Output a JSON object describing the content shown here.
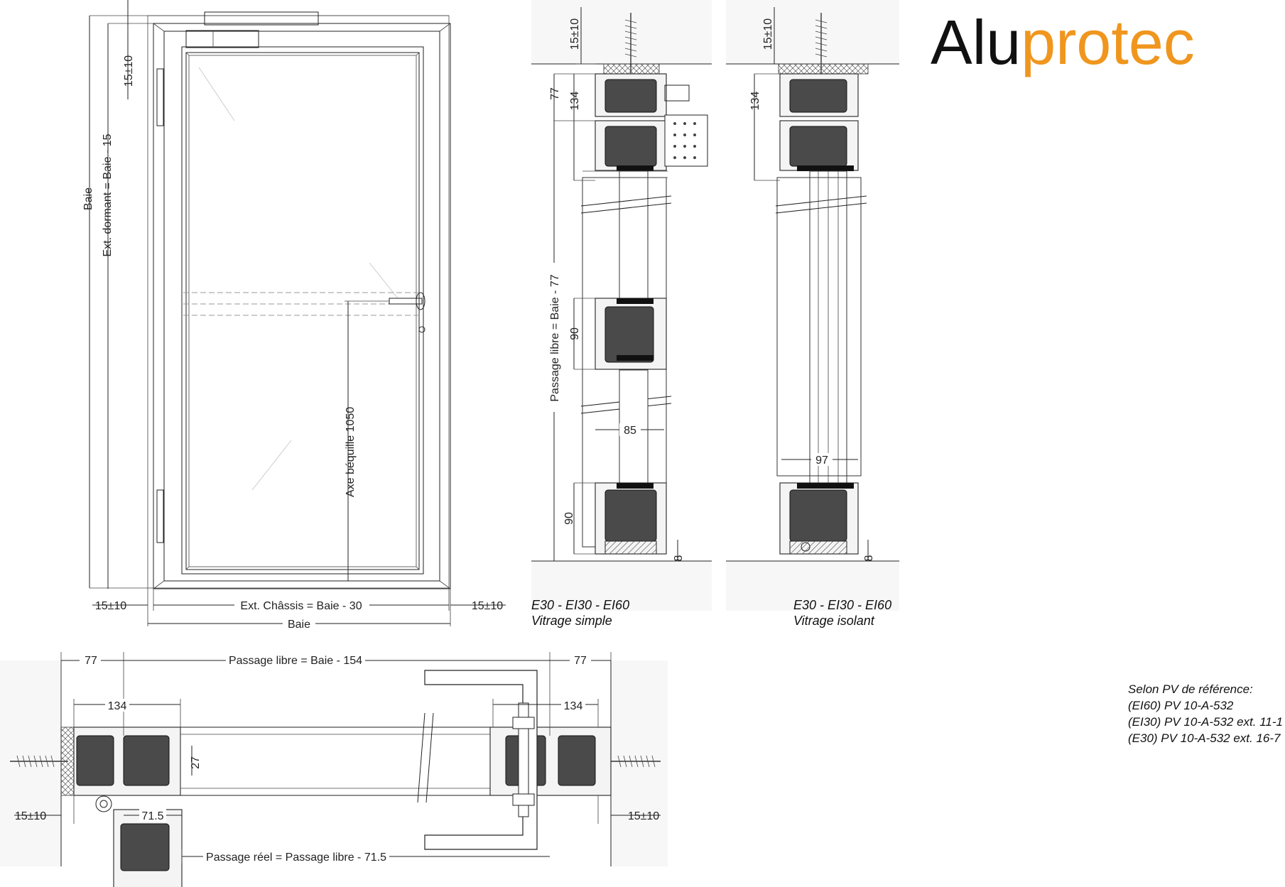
{
  "logo": {
    "alu": "Alu",
    "protec": "protec",
    "color_dark": "#111111",
    "color_orange": "#f0961e"
  },
  "elevation": {
    "dim_15_10_top": "15±10",
    "baie_vertical": "Baie",
    "ext_dormant": "Ext. dormant = Baie - 15",
    "axe_bequille": "Axe béquille 1050",
    "dim_15_10_left": "15±10",
    "ext_chassis": "Ext. Châssis = Baie - 30",
    "dim_15_10_right": "15±10",
    "baie_horizontal": "Baie"
  },
  "section_simple": {
    "dim_15_10": "15±10",
    "dim_77": "77",
    "dim_134": "134",
    "passage_libre": "Passage libre = Baie - 77",
    "dim_90_mid": "90",
    "dim_85": "85",
    "dim_90_bottom": "90",
    "dim_8": "8",
    "caption_line1": "E30 - EI30 - EI60",
    "caption_line2": "Vitrage simple"
  },
  "section_isolant": {
    "dim_15_10": "15±10",
    "dim_134": "134",
    "dim_97": "97",
    "dim_8": "8",
    "caption_line1": "E30 - EI30 - EI60",
    "caption_line2": "Vitrage isolant"
  },
  "plan_section": {
    "dim_77_left": "77",
    "passage_libre": "Passage libre = Baie - 154",
    "dim_77_right": "77",
    "dim_134_left": "134",
    "dim_134_right": "134",
    "dim_27": "27",
    "dim_15_10_left": "15±10",
    "dim_71_5": "71.5",
    "dim_15_10_right": "15±10",
    "passage_reel": "Passage réel = Passage libre - 71.5"
  },
  "reference": {
    "title": "Selon PV de référence:",
    "lines": [
      "(EI60) PV 10-A-532",
      "(EI30) PV 10-A-532 ext. 11-1",
      "(E30) PV 10-A-532 ext. 16-7"
    ]
  }
}
